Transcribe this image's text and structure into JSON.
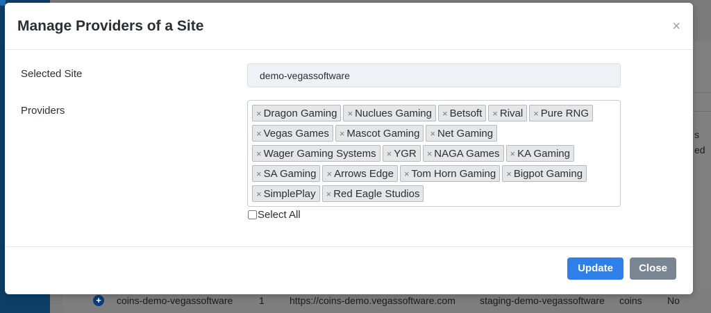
{
  "modal": {
    "title": "Manage Providers of a Site",
    "close_icon": "×",
    "selected_site_label": "Selected Site",
    "selected_site_value": "demo-vegassoftware",
    "providers_label": "Providers",
    "providers": [
      "Dragon Gaming",
      "Nuclues Gaming",
      "Betsoft",
      "Rival",
      "Pure RNG",
      "Vegas Games",
      "Mascot Gaming",
      "Net Gaming",
      "Wager Gaming Systems",
      "YGR",
      "NAGA Games",
      "KA Gaming",
      "SA Gaming",
      "Arrows Edge",
      "Tom Horn Gaming",
      "Bigpot Gaming",
      "SimplePlay",
      "Red Eagle Studios"
    ],
    "tag_remove_glyph": "×",
    "select_all_label": "Select All",
    "update_label": "Update",
    "close_label": "Close"
  },
  "background_row": {
    "site": "coins-demo-vegassoftware",
    "count": "1",
    "url": "https://coins-demo.vegassoftware.com",
    "staging": "staging-demo-vegassoftware",
    "currency": "coins",
    "flag": "No"
  },
  "background_right": [
    "s",
    "ed"
  ],
  "colors": {
    "primary": "#2e80e8",
    "secondary": "#7a8593",
    "sidebar": "#0d3e68"
  }
}
